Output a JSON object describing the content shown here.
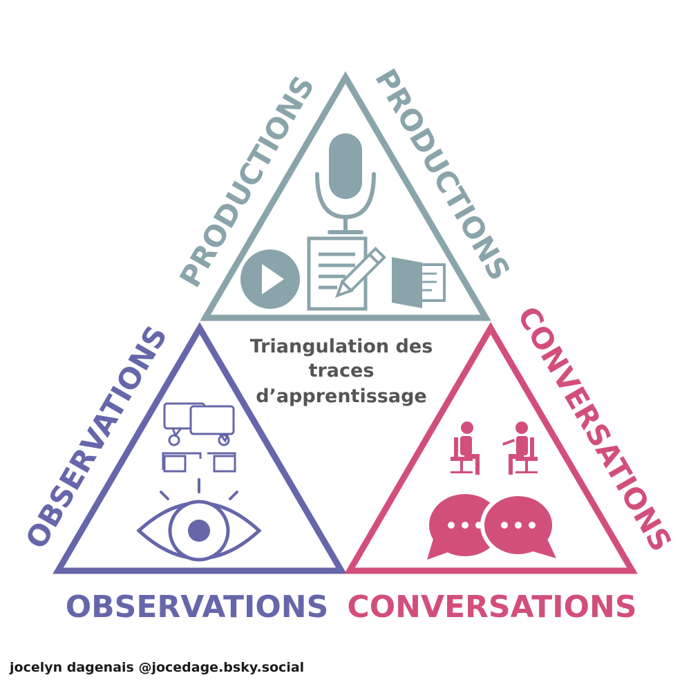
{
  "labels": {
    "productions_left": "PRODUCTIONS",
    "productions_right": "PRODUCTIONS",
    "observations_left": "OBSERVATIONS",
    "observations_bottom": "OBSERVATIONS",
    "conversations_right": "CONVERSATIONS",
    "conversations_bottom": "CONVERSATIONS"
  },
  "center_title": {
    "line1": "Triangulation des",
    "line2": "traces",
    "line3": "d’apprentissage"
  },
  "credit": "jocelyn dagenais @jocedage.bsky.social",
  "colors": {
    "productions": "#8aa4ab",
    "observations": "#6666aa",
    "conversations": "#d24f79",
    "center_text": "#555555"
  },
  "icons": [
    "microphone-icon",
    "play-icon",
    "document-pencil-icon",
    "folder-icon",
    "discussion-icon",
    "eye-icon",
    "people-chairs-icon",
    "speech-bubbles-icon"
  ]
}
